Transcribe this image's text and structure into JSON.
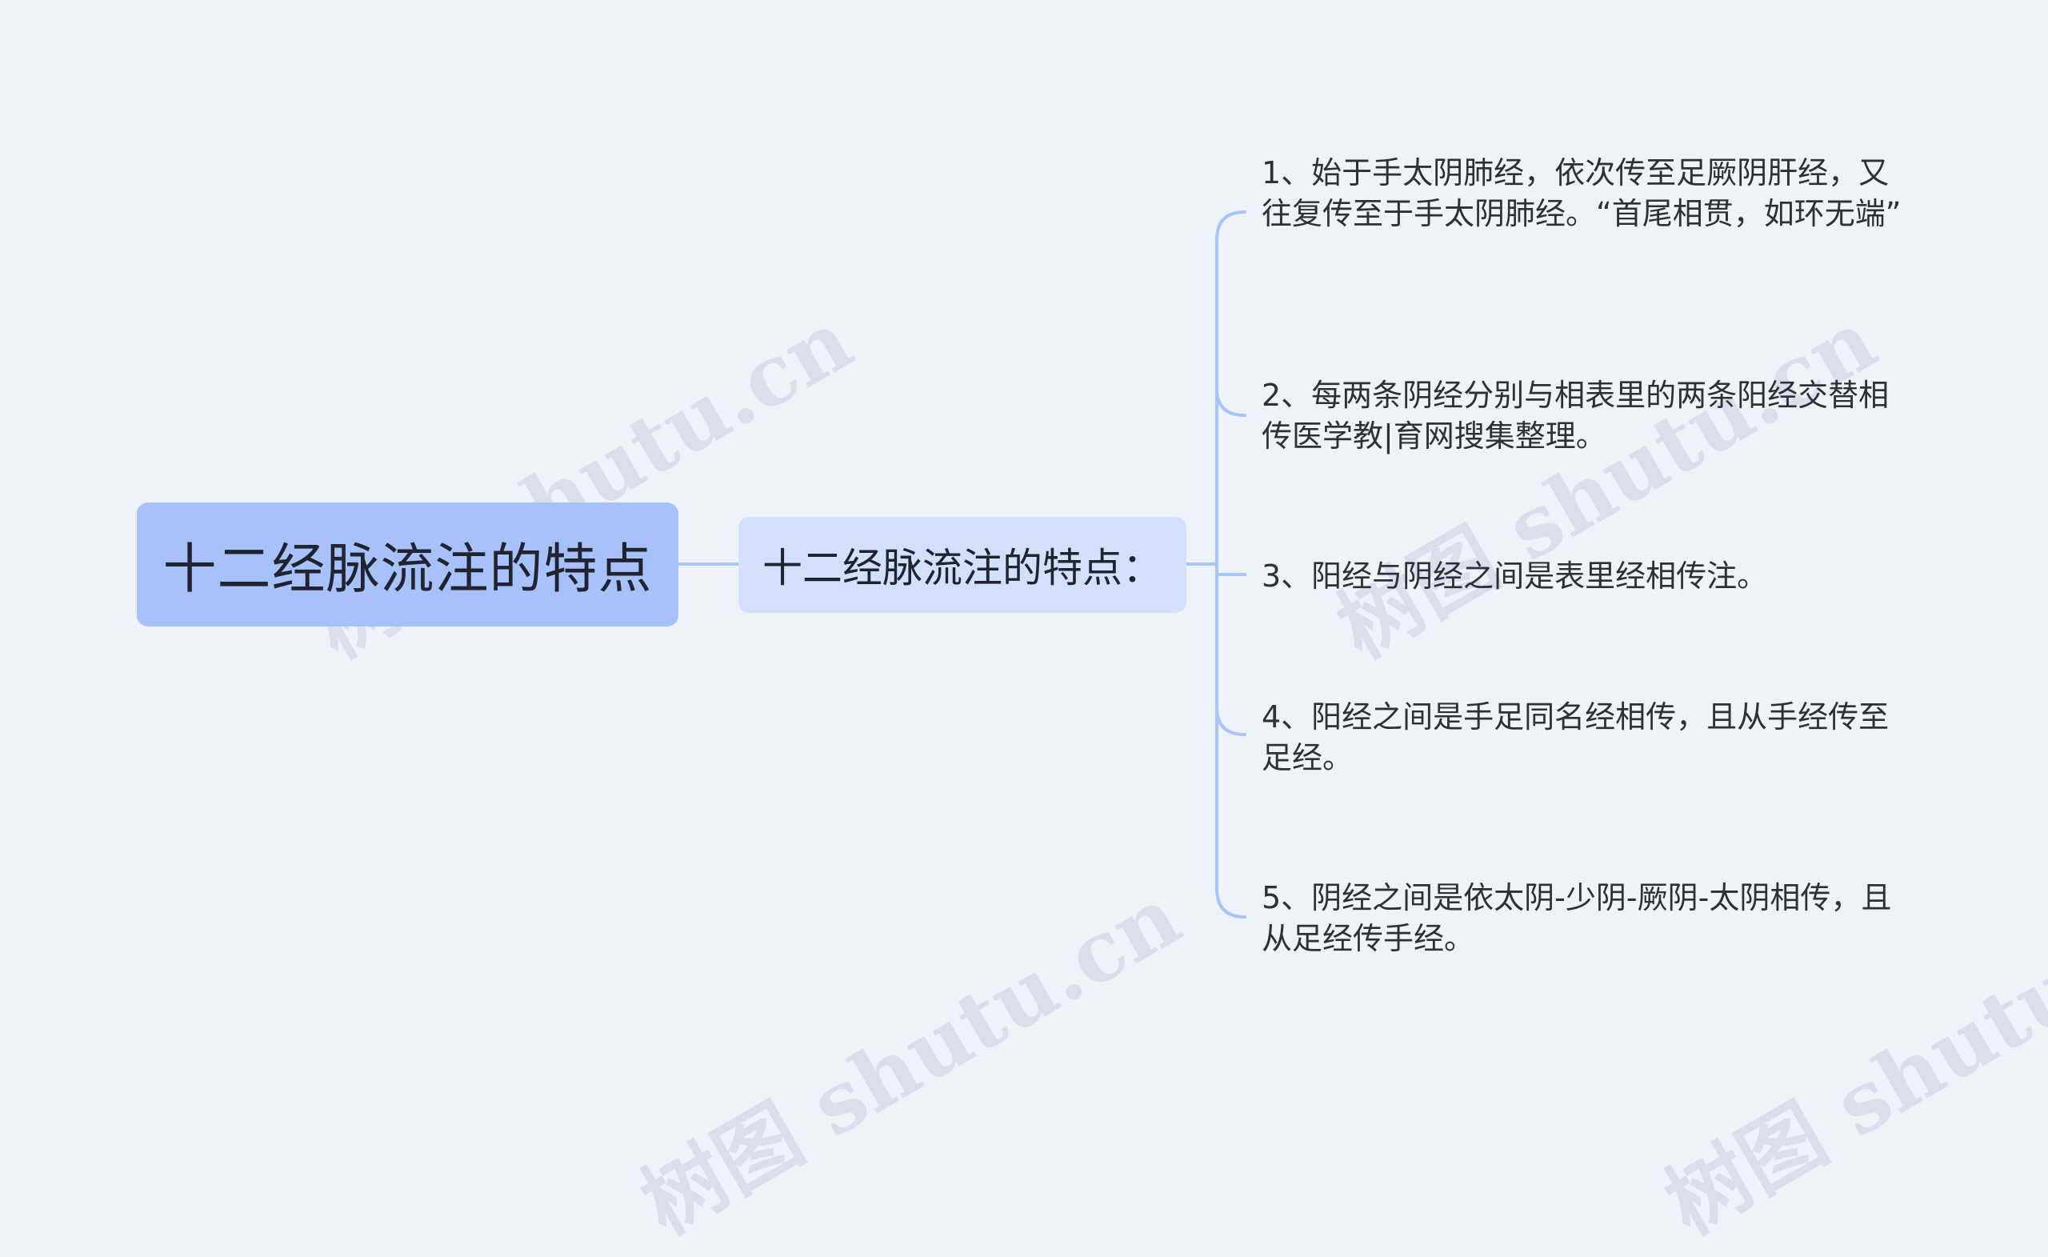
{
  "mindmap": {
    "root": {
      "label": "十二经脉流注的特点"
    },
    "branch": {
      "label": "十二经脉流注的特点："
    },
    "leaves": [
      {
        "text": "1、始于手太阴肺经，依次传至足厥阴肝经，又往复传至于手太阴肺经。“首尾相贯，如环无端”"
      },
      {
        "text": "2、每两条阴经分别与相表里的两条阳经交替相传医学教|育网搜集整理。"
      },
      {
        "text": "3、阳经与阴经之间是表里经相传注。"
      },
      {
        "text": "4、阳经之间是手足同名经相传，且从手经传至足经。"
      },
      {
        "text": "5、阴经之间是依太阴-少阴-厥阴-太阴相传，且从足经传手经。"
      }
    ]
  },
  "watermarks": [
    "树图 shutu.cn",
    "树图 shutu.cn",
    "树图 shutu.cn",
    "树图 shutu.cn"
  ],
  "colors": {
    "background": "#eef2fb",
    "root_fill": "#a7c2fb",
    "branch_fill": "#d2e0fb",
    "connector": "#a9c4f6",
    "text": "#1f2430"
  }
}
